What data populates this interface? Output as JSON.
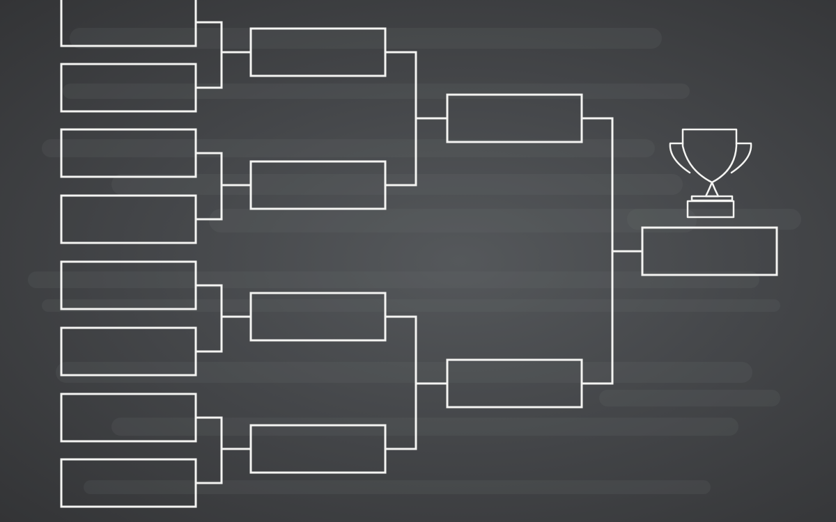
{
  "board": {
    "background_color": "#45474a",
    "chalk_color": "#f4f4f2",
    "smudge_color": "#6a6d70"
  },
  "bracket": {
    "rounds": [
      {
        "slots": 8,
        "labels": [
          "",
          "",
          "",
          "",
          "",
          "",
          "",
          ""
        ]
      },
      {
        "slots": 4,
        "labels": [
          "",
          "",
          "",
          ""
        ]
      },
      {
        "slots": 2,
        "labels": [
          "",
          ""
        ]
      },
      {
        "slots": 1,
        "labels": [
          ""
        ]
      }
    ]
  },
  "icons": {
    "trophy": "trophy-icon"
  }
}
